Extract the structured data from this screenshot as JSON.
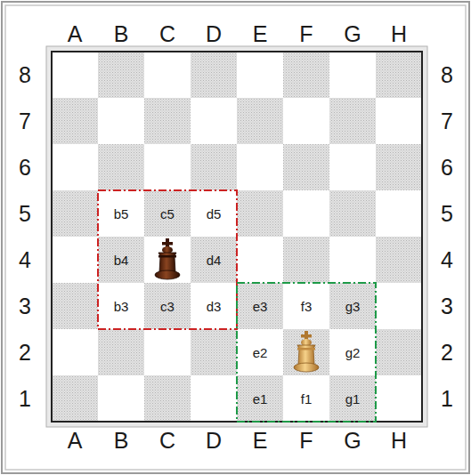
{
  "diagram": {
    "labels": [
      "A",
      "B",
      "C",
      "D",
      "E",
      "F",
      "G",
      "H",
      "8",
      "8",
      "7",
      "7",
      "6",
      "6",
      "5",
      "b5",
      "c5",
      "d5",
      "5",
      "4",
      "b4",
      "d4",
      "4",
      "3",
      "b3",
      "c3",
      "d3",
      "e3",
      "f3",
      "g3",
      "3",
      "2",
      "e2",
      "g2",
      "2",
      "1",
      "e1",
      "f1",
      "g1",
      "1",
      "A",
      "B",
      "C",
      "D",
      "E",
      "F",
      "G",
      "H"
    ]
  }
}
